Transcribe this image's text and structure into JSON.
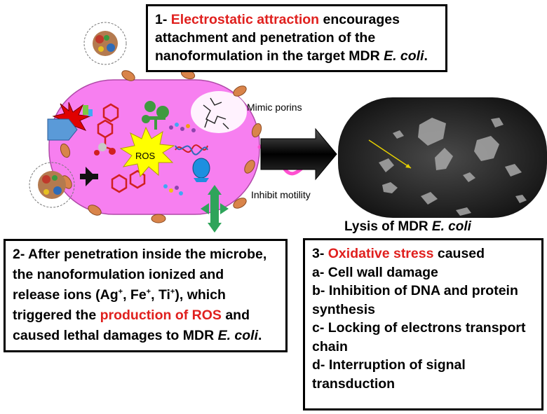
{
  "box1": {
    "num": "1- ",
    "highlight": "Electrostatic attraction",
    "rest1": " encourages",
    "line2": "attachment and penetration of the",
    "line3a": "nanoformulation in the target MDR ",
    "line3b": "E. coli",
    "line3c": "."
  },
  "box2": {
    "l1": "2- After penetration inside the microbe,",
    "l2": "the nanoformulation ionized and",
    "l3a": "release ions (Ag",
    "ag_sup": "+",
    "l3b": ", Fe",
    "fe_sup": "+",
    "l3c": ", Ti",
    "ti_sup": "+",
    "l3d": "), which",
    "l4a": "triggered the ",
    "l4red": "production of ROS",
    "l4b": " and",
    "l5a": "caused lethal damages to MDR ",
    "l5b": "E. coli",
    "l5c": "."
  },
  "box3": {
    "num": "3- ",
    "highlight": "Oxidative stress",
    "rest": " caused",
    "a": "a- Cell wall damage",
    "b1": "b- Inhibition of DNA and protein",
    "b2": "synthesis",
    "c1": "c- Locking of electrons transport",
    "c2": "chain",
    "d1": "d- Interruption of signal",
    "d2": "transduction"
  },
  "labels": {
    "mimic_porins": "Mimic porins",
    "inhibit_motility": "Inhibit motility",
    "ros": "ROS"
  },
  "caption": {
    "lysis_a": "Lysis of MDR ",
    "lysis_b": "E. coli"
  },
  "colors": {
    "cell_fill": "#f77ff0",
    "porin": "#d9844a",
    "flagellum": "#ff4fd0",
    "ros_star": "#ffff00",
    "highlight": "#e0201e"
  }
}
